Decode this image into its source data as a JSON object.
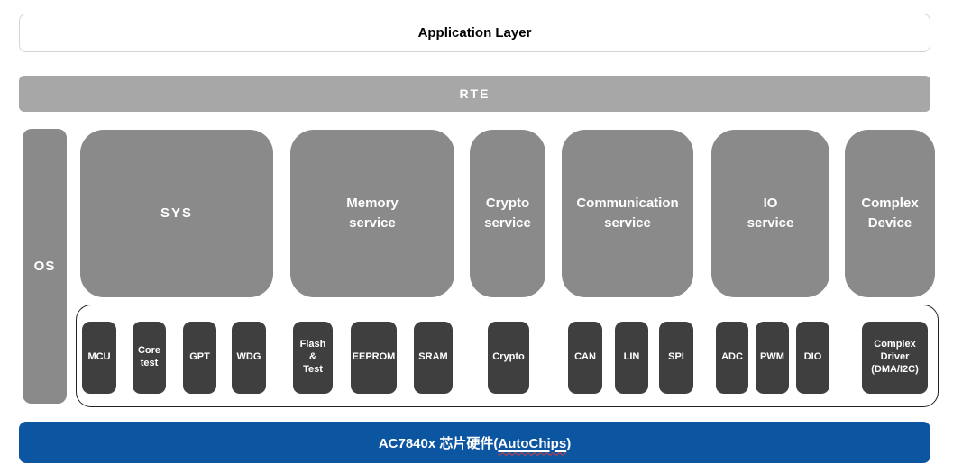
{
  "diagram": {
    "application_layer": {
      "label": "Application Layer"
    },
    "rte": {
      "label": "RTE"
    },
    "os": {
      "label": "OS"
    },
    "services": [
      {
        "id": "sys",
        "label": "SYS"
      },
      {
        "id": "memory",
        "label": "Memory\nservice"
      },
      {
        "id": "crypto",
        "label": "Crypto\nservice"
      },
      {
        "id": "communication",
        "label": "Communication\nservice"
      },
      {
        "id": "io",
        "label": "IO\nservice"
      },
      {
        "id": "complex",
        "label": "Complex\nDevice"
      }
    ],
    "modules": [
      {
        "id": "mcu",
        "label": "MCU"
      },
      {
        "id": "core-test",
        "label": "Core\ntest"
      },
      {
        "id": "gpt",
        "label": "GPT"
      },
      {
        "id": "wdg",
        "label": "WDG"
      },
      {
        "id": "flash-test",
        "label": "Flash\n&\nTest"
      },
      {
        "id": "eeprom",
        "label": "EEPROM"
      },
      {
        "id": "sram",
        "label": "SRAM"
      },
      {
        "id": "crypto",
        "label": "Crypto"
      },
      {
        "id": "can",
        "label": "CAN"
      },
      {
        "id": "lin",
        "label": "LIN"
      },
      {
        "id": "spi",
        "label": "SPI"
      },
      {
        "id": "adc",
        "label": "ADC"
      },
      {
        "id": "pwm",
        "label": "PWM"
      },
      {
        "id": "dio",
        "label": "DIO"
      },
      {
        "id": "complex-driver",
        "label": "Complex\nDriver\n(DMA/I2C)"
      }
    ],
    "hardware": {
      "prefix": "AC7840x 芯片硬件(",
      "link": "AutoChips",
      "suffix": ")"
    },
    "colors": {
      "rte_gray": "#a7a7a7",
      "service_gray": "#8a8a8a",
      "module_dark": "#3f3f3f",
      "hardware_blue": "#0c55a0",
      "spellcheck_red": "#e03a3a",
      "border_light": "#d4d4d4",
      "border_dark": "#222222"
    }
  }
}
